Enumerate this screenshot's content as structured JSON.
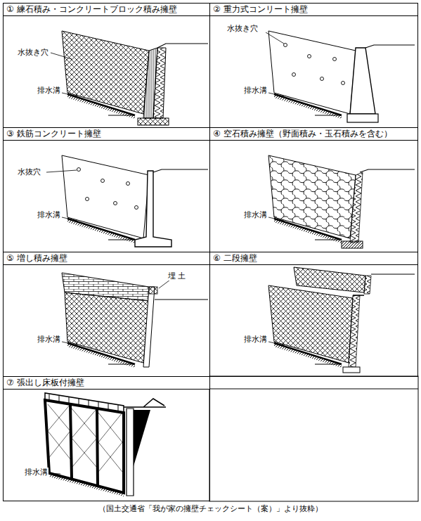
{
  "diagram": {
    "caption": "（国土交通省「我が家の擁壁チェックシート（案）」より抜粋）",
    "nodes": [
      {
        "text": [
          "① 練石積み・コンクリートブロック積み擁壁"
        ]
      },
      {
        "text": [
          "② 重力式コンリート擁壁"
        ]
      },
      {
        "text": [
          "③ 鉄筋コンクリート擁壁"
        ]
      },
      {
        "text": [
          "④ 空石積み擁壁（野面積み・玉石積みを含む）"
        ]
      },
      {
        "text": [
          "⑤ 増し積み擁壁"
        ]
      },
      {
        "text": [
          "⑥ 二段擁壁"
        ]
      },
      {
        "text": [
          "⑦ 張出し床板付擁壁"
        ]
      }
    ],
    "labels": [
      "水抜き穴",
      "排水溝",
      "水抜き穴",
      "排水溝",
      "水抜穴",
      "排水溝",
      "排水溝",
      "埋 土",
      "排水溝",
      "排水溝",
      "排水溝"
    ]
  }
}
